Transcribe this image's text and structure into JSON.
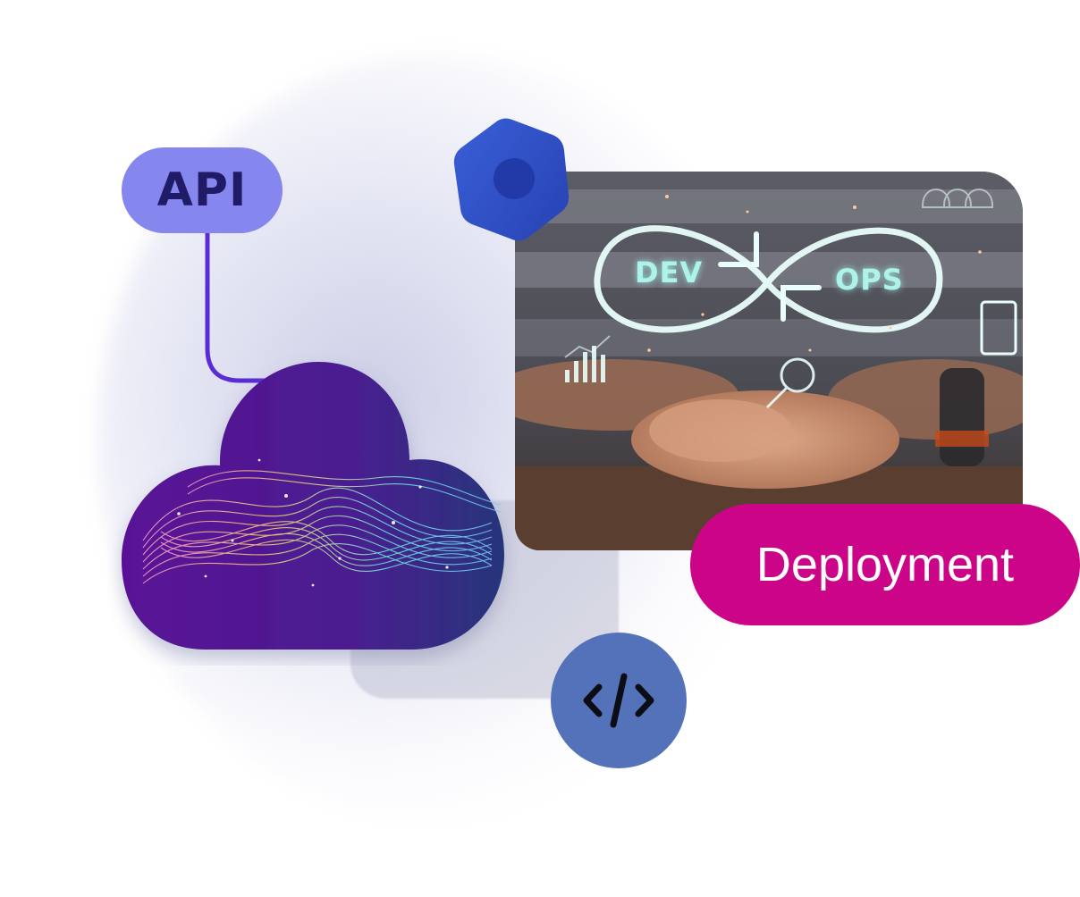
{
  "labels": {
    "api": "API",
    "deployment": "Deployment",
    "dev": "DEV",
    "ops": "OPS"
  },
  "icons": {
    "code": "code-brackets-icon",
    "hexagon": "hexagon-dot-icon",
    "cloud": "cloud-icon",
    "infinity": "infinity-loop-icon"
  },
  "colors": {
    "api_pill": "#8586ee",
    "api_text": "#201b67",
    "deployment_pill": "#cc0488",
    "code_circle": "#5472b9",
    "hexagon": "#2d4fc4",
    "cloud_start": "#5a1196",
    "cloud_end": "#2c2f7e",
    "connector": "#5a2bd6"
  }
}
